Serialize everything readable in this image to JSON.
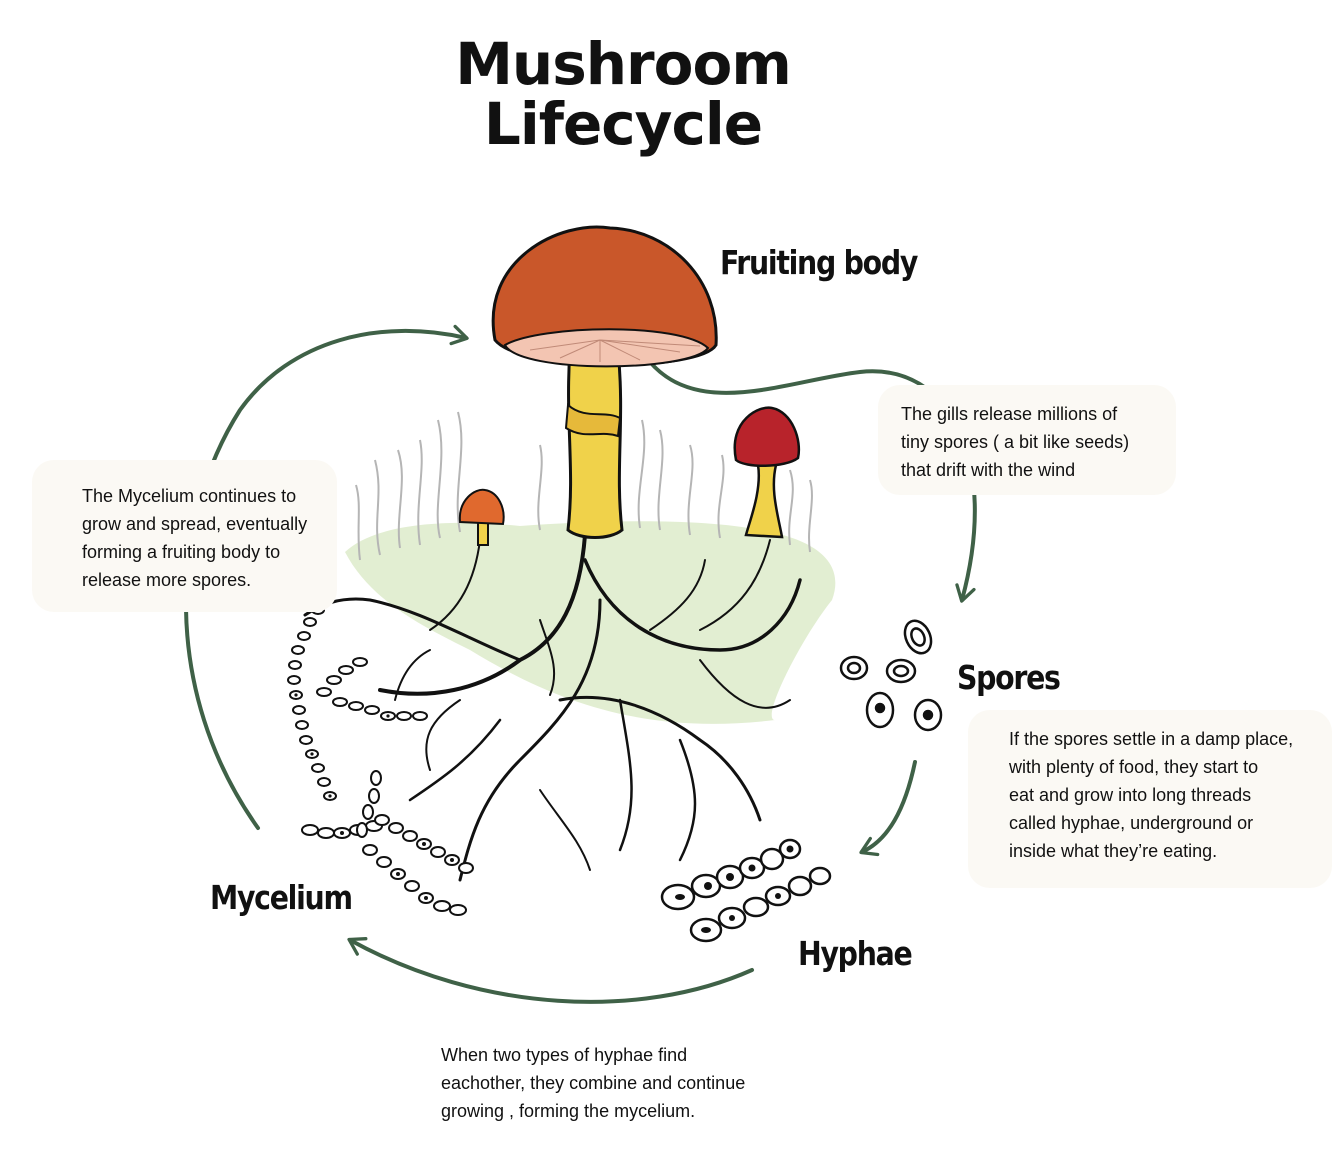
{
  "title": {
    "line1": "Mushroom",
    "line2": "Lifecycle"
  },
  "stages": {
    "fruiting_body": "Fruiting body",
    "spores": "Spores",
    "hyphae": "Hyphae",
    "mycelium": "Mycelium"
  },
  "notes": {
    "gills": [
      "The gills release millions of",
      "tiny spores ( a bit like seeds)",
      "that drift with the wind"
    ],
    "spores": [
      "If the spores settle in a damp place,",
      "with plenty of food, they start to",
      "eat and grow into long threads",
      "called hyphae, underground or",
      "inside what they’re eating."
    ],
    "hyphae": [
      "When two types of hyphae find",
      "eachother, they combine and continue",
      "growing , forming the mycelium."
    ],
    "mycelium": [
      "The Mycelium continues to",
      "grow and spread, eventually",
      "forming a fruiting body to",
      "release more spores."
    ]
  },
  "colors": {
    "arrow": "#3f6147",
    "cap_large": "#c9572a",
    "gills": "#f3c5b2",
    "stem": "#f0d24a",
    "cap_small": "#e0692e",
    "cap_red": "#b8232b",
    "moss": "#dfeccd",
    "ink": "#111111"
  }
}
